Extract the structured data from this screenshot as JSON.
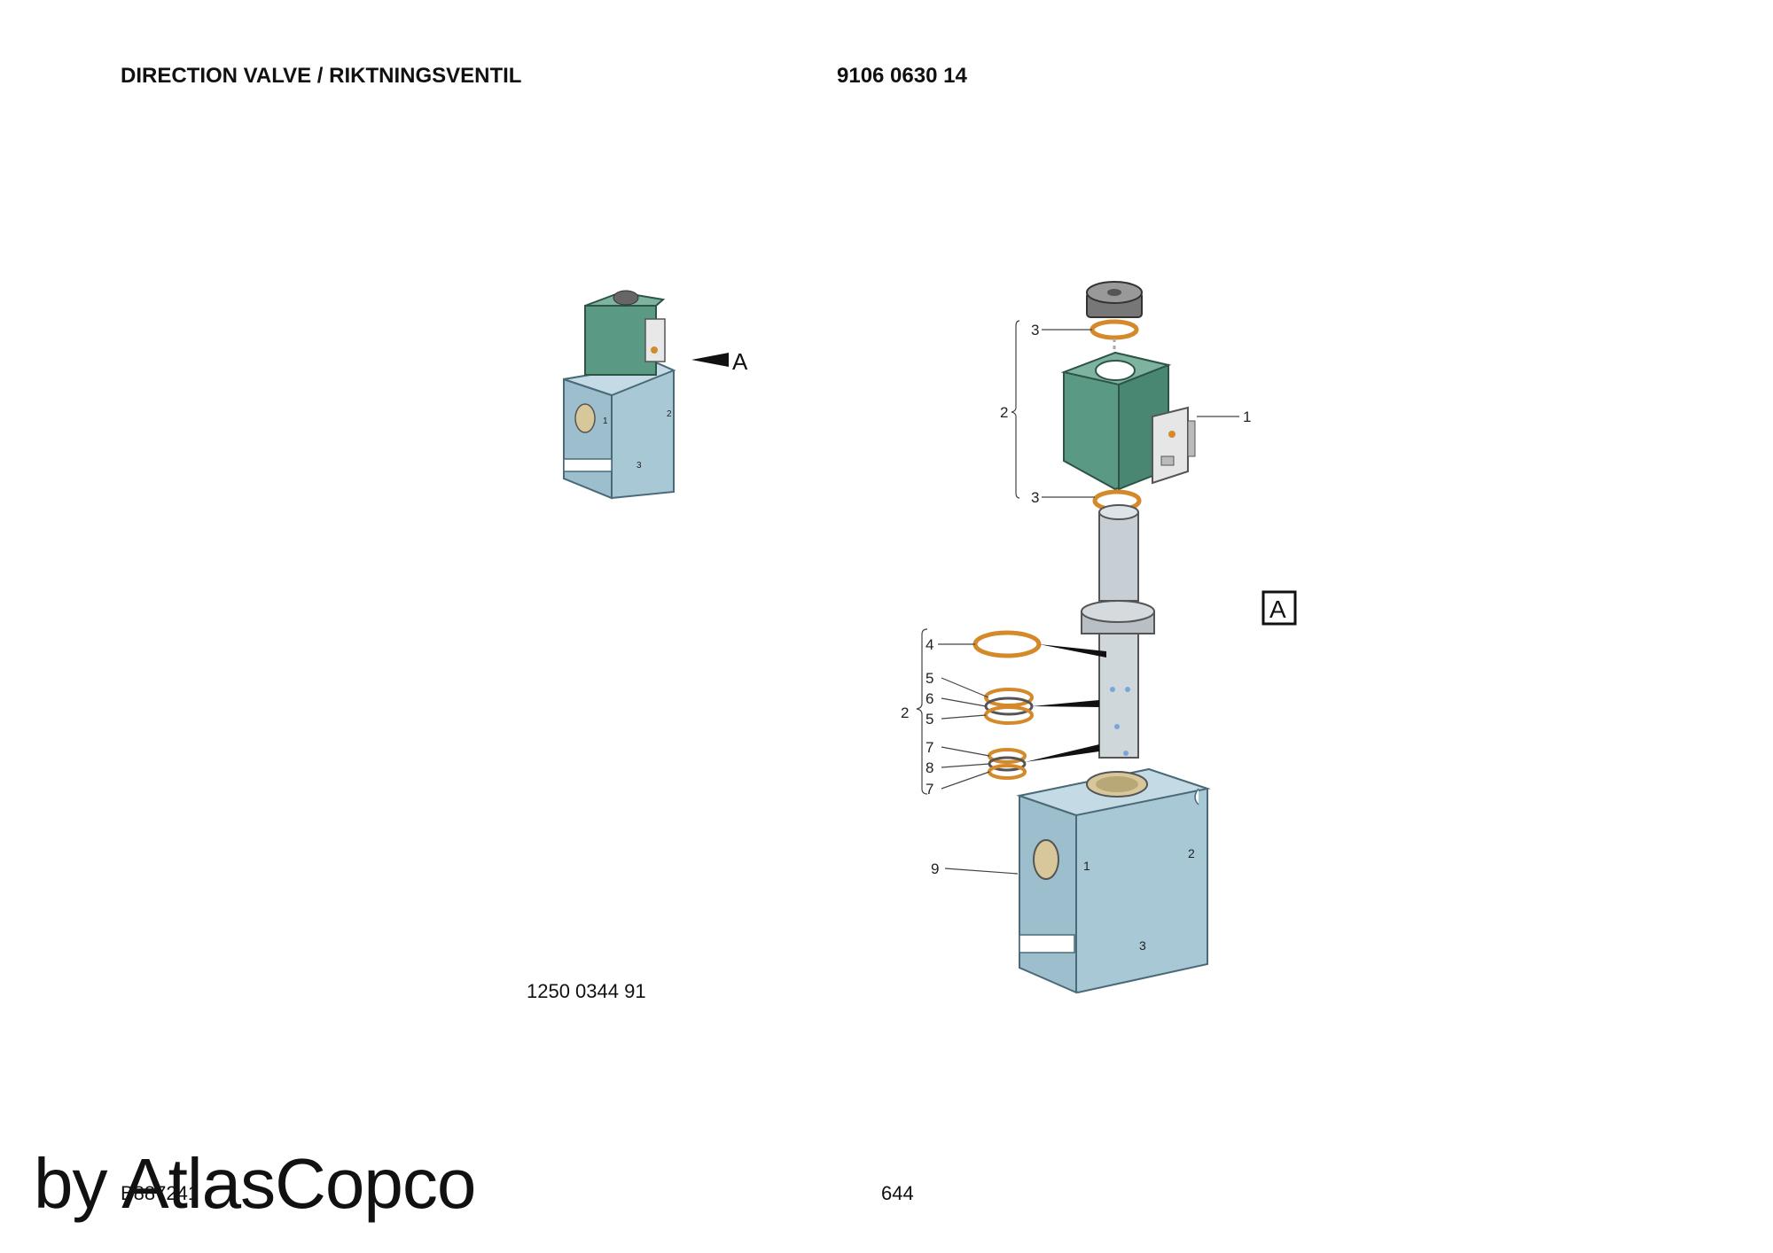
{
  "header": {
    "title": "DIRECTION VALVE / RIKTNINGSVENTIL",
    "part_number": "9106 0630 14"
  },
  "assembly": {
    "part_number": "1250 0344 91",
    "view_label": "A",
    "detail_label": "A"
  },
  "callouts": {
    "c1": "1",
    "c2a": "2",
    "c3a": "3",
    "c3b": "3",
    "c4": "4",
    "c5a": "5",
    "c6": "6",
    "c5b": "5",
    "c2b": "2",
    "c7a": "7",
    "c8": "8",
    "c7b": "7",
    "c9": "9"
  },
  "port_labels": {
    "p1": "1",
    "p2": "2",
    "p3": "3"
  },
  "footer": {
    "drawing_ref": "B887241",
    "page_number": "644",
    "watermark": "by AtlasCopco"
  },
  "colors": {
    "block": "#a9c8d6",
    "coil": "#5a9a84",
    "ring": "#d48a2a",
    "stem": "#c8cfd4"
  }
}
